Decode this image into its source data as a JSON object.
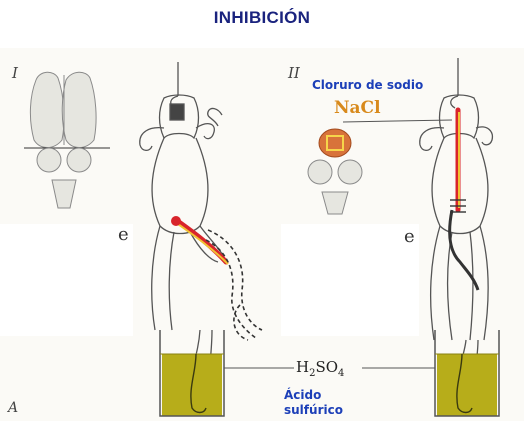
{
  "title": "INHIBICIÓN",
  "panel_labels": {
    "left": "I",
    "right": "II",
    "corner": "A"
  },
  "fragment_left": "e",
  "fragment_right": "e",
  "formula": {
    "H": "H",
    "h_sub": "2",
    "SO": "SO",
    "o_sub": "4"
  },
  "nacl": {
    "formula": "NaCl",
    "caption": "Cloruro de sodio"
  },
  "acid": {
    "caption_line1": "Ácido",
    "caption_line2": "sulfúrico"
  },
  "colors": {
    "title": "#1a237e",
    "caption": "#1c3fb8",
    "nacl_text": "#d88a1c",
    "liquid": "#b7ad1a",
    "outline": "#555555",
    "nerve_red": "#d8242b",
    "nerve_yellow": "#f1c232"
  },
  "icons": [
    "frog-left",
    "frog-right",
    "brain-left",
    "brain-right",
    "beaker-left",
    "beaker-right"
  ]
}
